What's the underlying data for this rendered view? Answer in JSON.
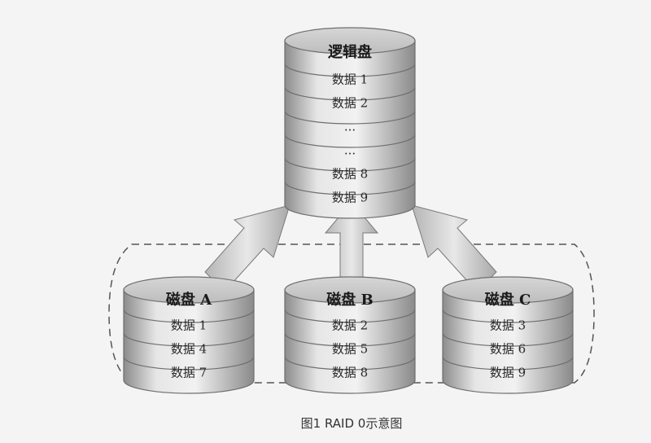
{
  "diagram": {
    "logical_disk": {
      "title": "逻辑盘",
      "slots": [
        "数据 1",
        "数据 2",
        "...",
        "...",
        "数据 8",
        "数据 9"
      ]
    },
    "physical_disks": [
      {
        "title": "磁盘 A",
        "slots": [
          "数据 1",
          "数据 4",
          "数据 7"
        ]
      },
      {
        "title": "磁盘 B",
        "slots": [
          "数据 2",
          "数据 5",
          "数据 8"
        ]
      },
      {
        "title": "磁盘 C",
        "slots": [
          "数据 3",
          "数据 6",
          "数据 9"
        ]
      }
    ],
    "caption": "图1 RAID 0示意图"
  }
}
